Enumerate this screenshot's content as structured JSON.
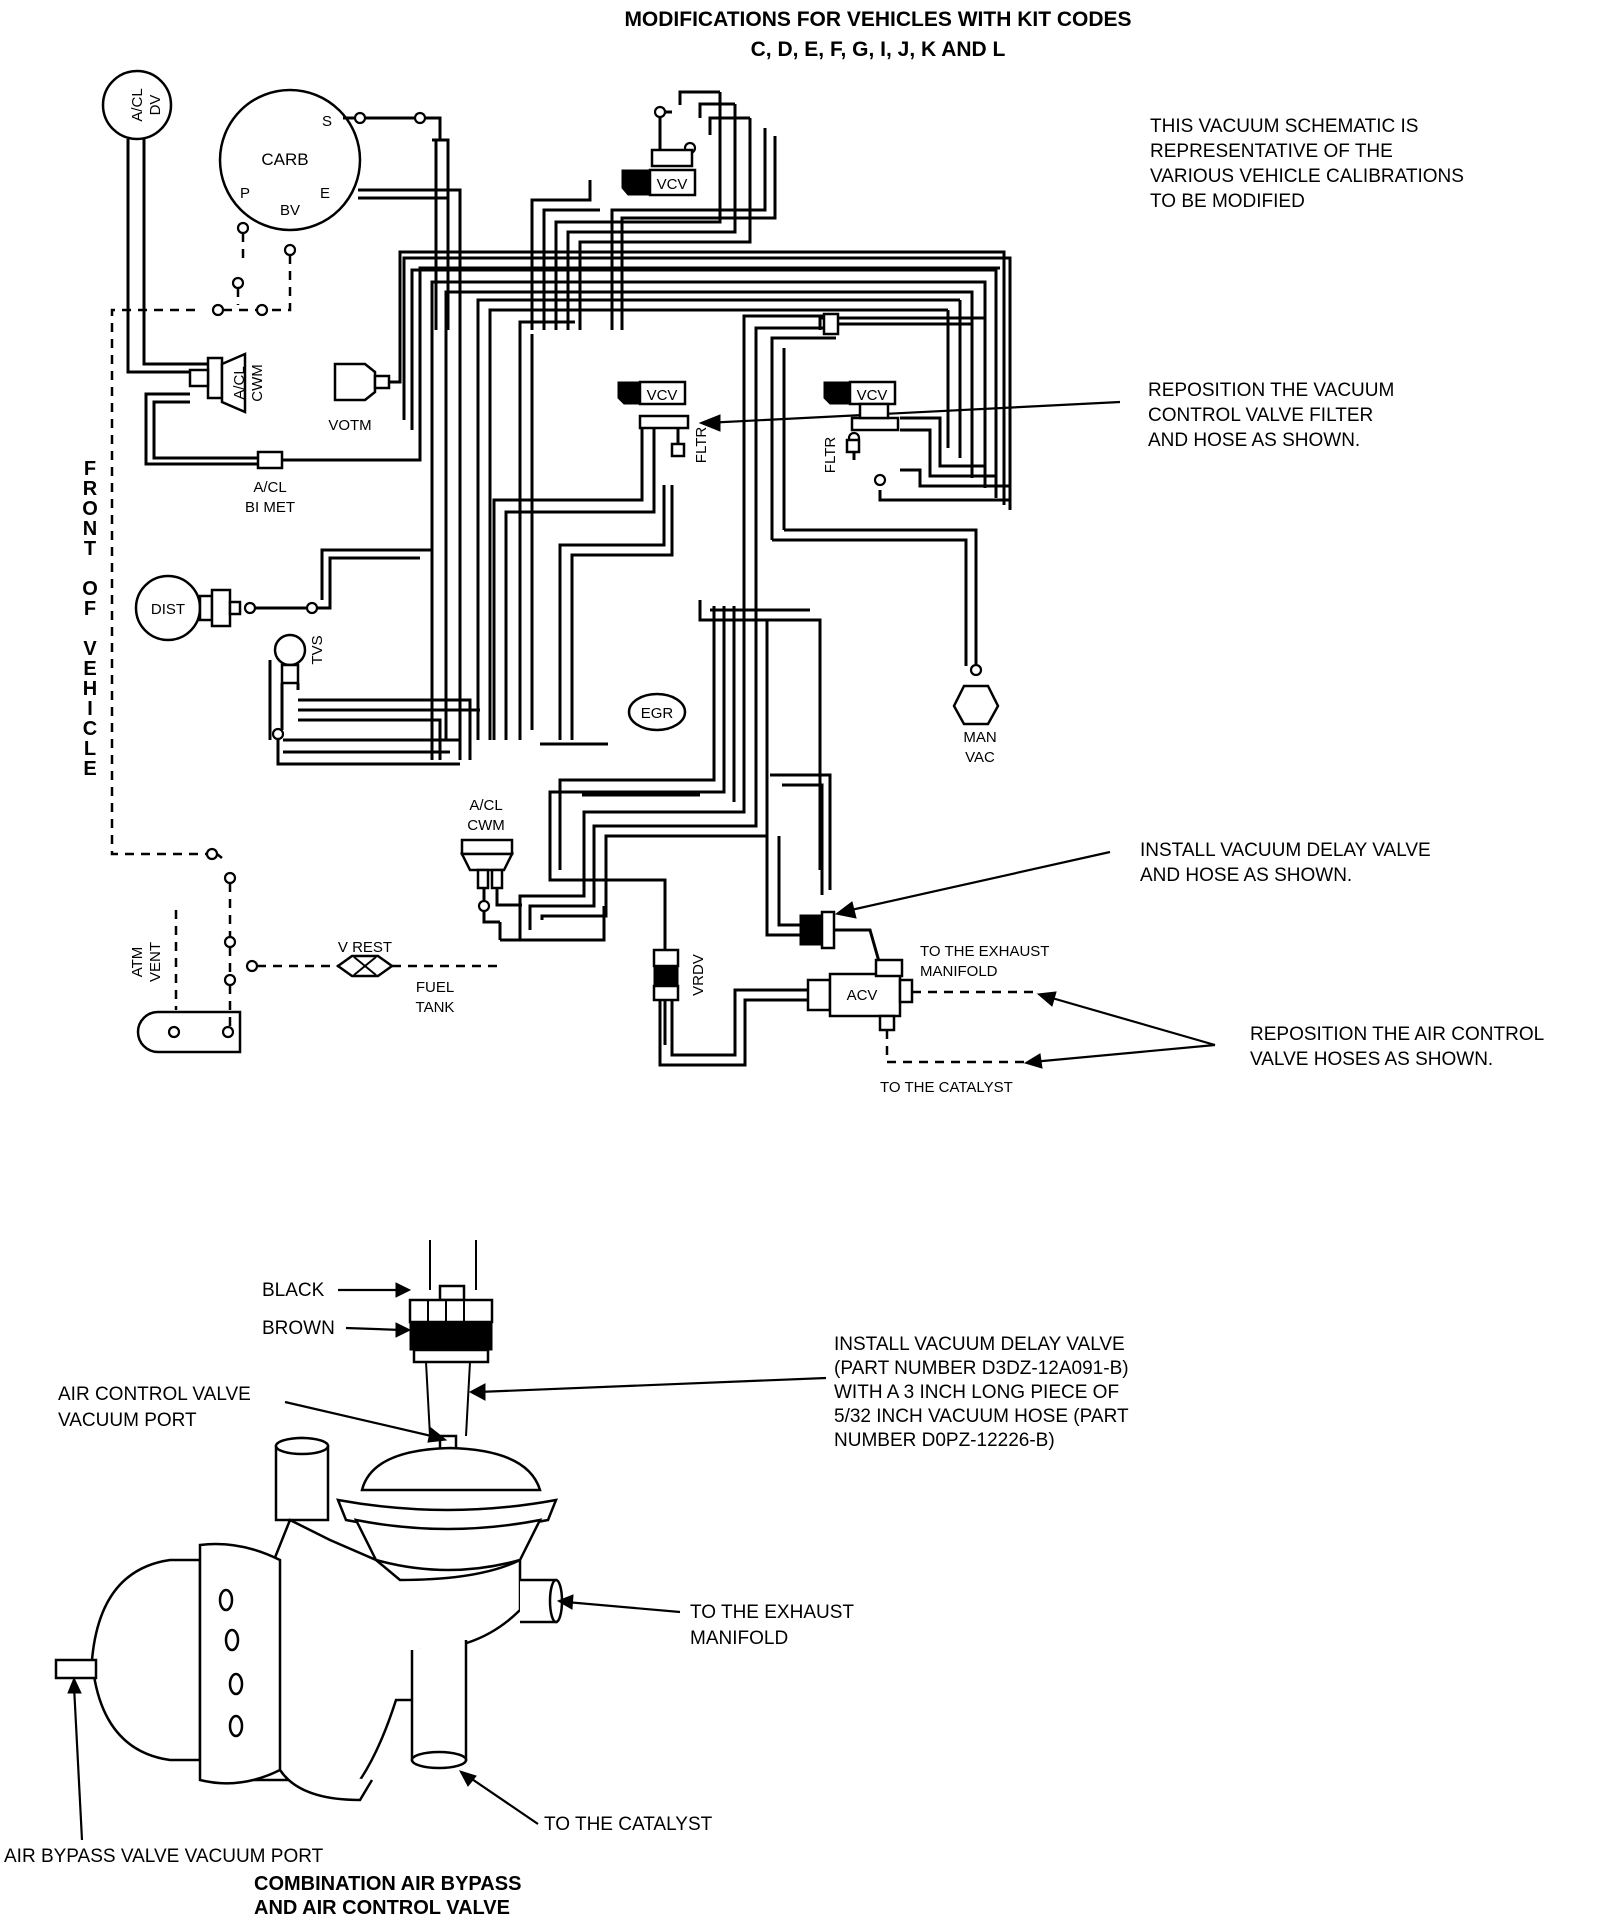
{
  "title": {
    "line1": "MODIFICATIONS FOR VEHICLES WITH KIT CODES",
    "line2": "C, D, E, F, G, I, J, K  AND L"
  },
  "notes": {
    "schematic": [
      "THIS VACUUM SCHEMATIC IS",
      "REPRESENTATIVE OF THE",
      "VARIOUS VEHICLE CALIBRATIONS",
      "TO BE MODIFIED"
    ],
    "reposition_filter": [
      "REPOSITION THE VACUUM",
      "CONTROL VALVE FILTER",
      "AND HOSE AS SHOWN."
    ],
    "install_delay": [
      "INSTALL VACUUM DELAY VALVE",
      "AND HOSE AS SHOWN."
    ],
    "reposition_acv": [
      "REPOSITION THE AIR CONTROL",
      "VALVE HOSES AS SHOWN."
    ]
  },
  "components": {
    "acl_dv": [
      "A/CL",
      "DV"
    ],
    "carb": "CARB",
    "carb_s": "S",
    "carb_e": "E",
    "carb_p": "P",
    "carb_bv": "BV",
    "vcv": "VCV",
    "acl_cwm_v": [
      "A/CL",
      "CWM"
    ],
    "votm": "VOTM",
    "acl_bimet": [
      "A/CL",
      "BI MET"
    ],
    "fltr": "FLTR",
    "front_of_vehicle": "FRONT OF VEHICLE",
    "dist": "DIST",
    "tvs": "TVS",
    "egr": "EGR",
    "man_vac": [
      "MAN",
      "VAC"
    ],
    "acl_cwm": [
      "A/CL",
      "CWM"
    ],
    "atm_vent": [
      "ATM",
      "VENT"
    ],
    "v_rest": "V REST",
    "fuel_tank": [
      "FUEL",
      "TANK"
    ],
    "vrdv": "VRDV",
    "acv": "ACV",
    "to_exhaust": [
      "TO THE EXHAUST",
      "MANIFOLD"
    ],
    "to_catalyst": "TO THE CATALYST"
  },
  "detail": {
    "black": "BLACK",
    "brown": "BROWN",
    "acv_port": [
      "AIR CONTROL VALVE",
      "VACUUM PORT"
    ],
    "install_note": [
      "INSTALL VACUUM DELAY VALVE",
      "(PART NUMBER D3DZ-12A091-B)",
      "WITH A 3 INCH LONG PIECE OF",
      "5/32 INCH VACUUM HOSE (PART",
      "NUMBER D0PZ-12226-B)"
    ],
    "to_exhaust": [
      "TO THE EXHAUST",
      "MANIFOLD"
    ],
    "to_catalyst": "TO THE CATALYST",
    "abv_port": "AIR BYPASS VALVE VACUUM PORT",
    "caption": [
      "COMBINATION AIR BYPASS",
      "AND AIR CONTROL VALVE"
    ]
  }
}
